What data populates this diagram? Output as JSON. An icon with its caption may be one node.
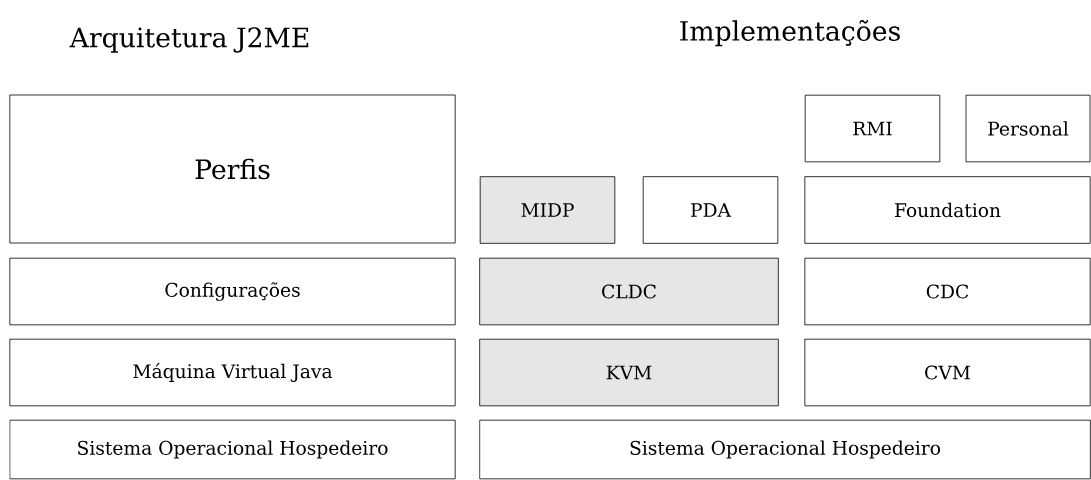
{
  "diagram": {
    "nodes": [
      {
        "text": [
          "Perfis"
        ]
      },
      {
        "text": [
          "Configurações"
        ]
      },
      {
        "text": [
          "Máquina Virtual Java"
        ]
      },
      {
        "text": [
          "Sistema Operacional Hospedeiro"
        ]
      },
      {
        "text": [
          "RMI"
        ]
      },
      {
        "text": [
          "Personal"
        ]
      },
      {
        "text": [
          "MIDP"
        ]
      },
      {
        "text": [
          "PDA"
        ]
      },
      {
        "text": [
          "Foundation"
        ]
      },
      {
        "text": [
          "CLDC"
        ]
      },
      {
        "text": [
          "CDC"
        ]
      },
      {
        "text": [
          "KVM"
        ]
      },
      {
        "text": [
          "CVM"
        ]
      },
      {
        "text": [
          "Sistema Operacional Hospedeiro"
        ]
      }
    ],
    "labels": [
      "Arquitetura J2ME",
      "Implementações"
    ]
  }
}
